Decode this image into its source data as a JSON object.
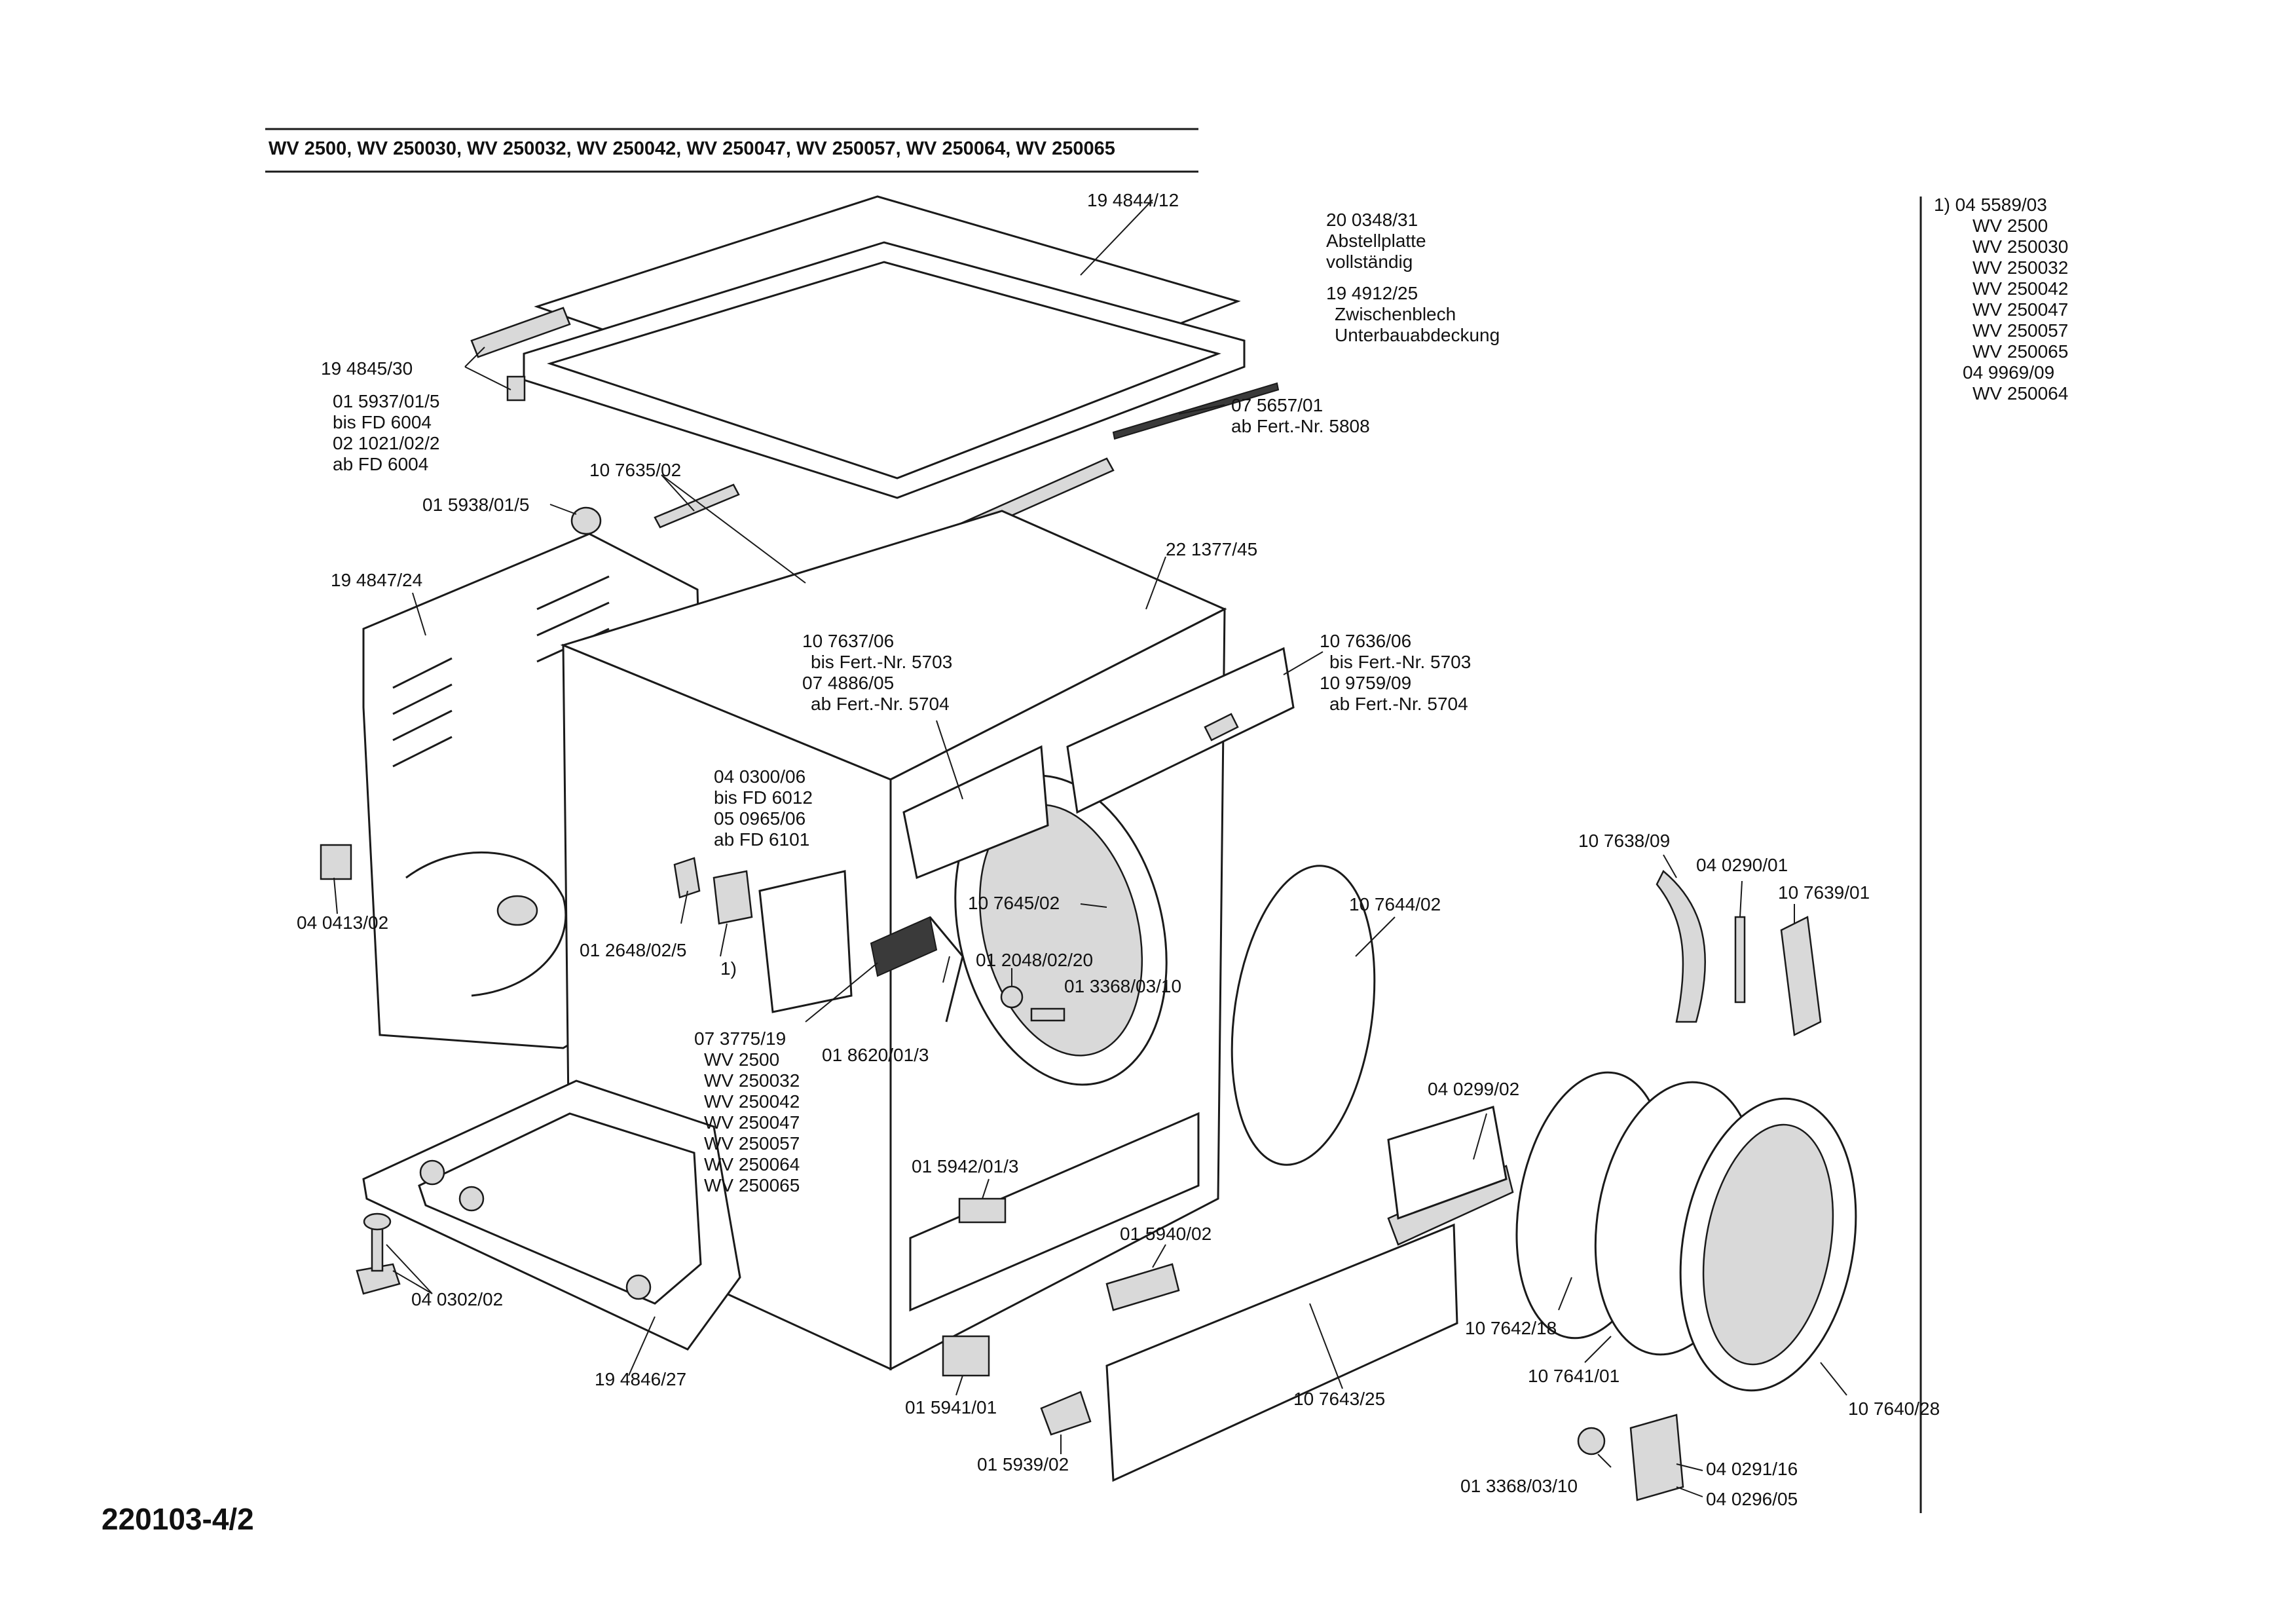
{
  "header": {
    "models": "WV 2500, WV 250030, WV 250032, WV 250042, WV 250047, WV 250057, WV 250064, WV 250065"
  },
  "doc_number": "220103-4/2",
  "notes": {
    "ref1": [
      "1)  04 5589/03",
      "WV 2500",
      "WV 250030",
      "WV 250032",
      "WV 250042",
      "WV 250047",
      "WV 250057",
      "WV 250065",
      "04 9969/09",
      "WV 250064"
    ]
  },
  "descriptions": {
    "abstellplatte": [
      "20 0348/31",
      "Abstellplatte",
      "vollständig"
    ],
    "zwischenblech": [
      "19 4912/25",
      "Zwischenblech",
      "Unterbauabdeckung"
    ]
  },
  "parts": {
    "p194844": [
      "19 4844/12"
    ],
    "p194845": [
      "19 4845/30"
    ],
    "p015937": [
      "01 5937/01/5",
      "bis FD 6004",
      "02 1021/02/2",
      "ab FD 6004"
    ],
    "p075657": [
      "07 5657/01",
      "ab Fert.-Nr. 5808"
    ],
    "p107635": [
      "10 7635/02"
    ],
    "p015938": [
      "01 5938/01/5"
    ],
    "p221377": [
      "22 1377/45"
    ],
    "p194847": [
      "19 4847/24"
    ],
    "p107637": [
      "10 7637/06",
      "bis Fert.-Nr. 5703",
      "07 4886/05",
      "ab Fert.-Nr. 5704"
    ],
    "p107636": [
      "10 7636/06",
      "bis Fert.-Nr. 5703",
      "10 9759/09",
      "ab Fert.-Nr. 5704"
    ],
    "p040300": [
      "04 0300/06",
      "bis FD 6012",
      "05 0965/06",
      "ab FD 6101"
    ],
    "p040413": [
      "04 0413/02"
    ],
    "p012648": [
      "01 2648/02/5"
    ],
    "p1ref": [
      "1)"
    ],
    "p107645": [
      "10 7645/02"
    ],
    "p012048": [
      "01 2048/02/20"
    ],
    "p013368a": [
      "01 3368/03/10"
    ],
    "p107644": [
      "10 7644/02"
    ],
    "p107638": [
      "10 7638/09"
    ],
    "p040290": [
      "04 0290/01"
    ],
    "p107639": [
      "10 7639/01"
    ],
    "p073775": [
      "07 3775/19",
      "WV 2500",
      "WV 250032",
      "WV 250042",
      "WV 250047",
      "WV 250057",
      "WV 250064",
      "WV 250065"
    ],
    "p018620": [
      "01 8620/01/3"
    ],
    "p040299": [
      "04 0299/02"
    ],
    "p015942": [
      "01 5942/01/3"
    ],
    "p015940": [
      "01 5940/02"
    ],
    "p040302": [
      "04 0302/02"
    ],
    "p194846": [
      "19 4846/27"
    ],
    "p015941": [
      "01 5941/01"
    ],
    "p107643": [
      "10 7643/25"
    ],
    "p015939": [
      "01 5939/02"
    ],
    "p107642": [
      "10 7642/18"
    ],
    "p107641": [
      "10 7641/01"
    ],
    "p107640": [
      "10 7640/28"
    ],
    "p013368b": [
      "01 3368/03/10"
    ],
    "p040291": [
      "04 0291/16"
    ],
    "p040296": [
      "04 0296/05"
    ]
  }
}
